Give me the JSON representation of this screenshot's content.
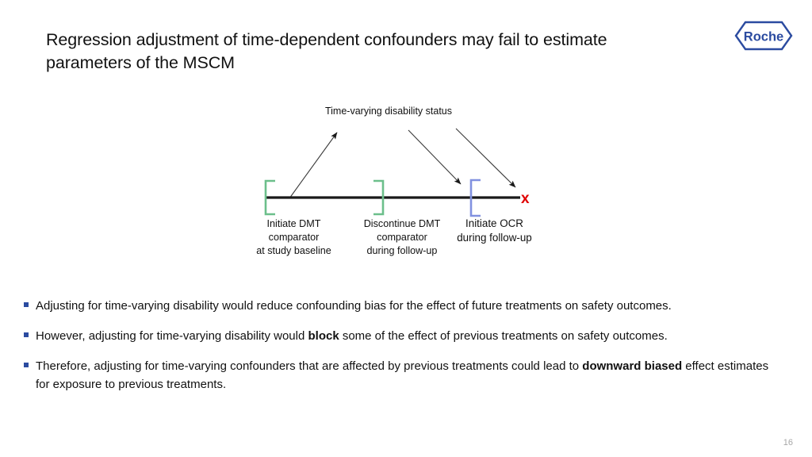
{
  "slide": {
    "title": "Regression adjustment of time-dependent confounders may fail to estimate parameters of the MSCM",
    "page_number": "16",
    "logo_text": "Roche",
    "logo_color": "#2b4ba0"
  },
  "diagram": {
    "top_label": "Time-varying disability status",
    "timeline_color": "#1a1a1a",
    "bracket_green": "#6cbf8b",
    "bracket_blue": "#8191e0",
    "x_mark_color": "#e00000",
    "x_mark": "x",
    "labels": [
      {
        "name": "initiate-dmt",
        "text": "Initiate DMT\ncomparator\nat study baseline"
      },
      {
        "name": "discontinue-dmt",
        "text": "Discontinue DMT\ncomparator\nduring follow-up"
      },
      {
        "name": "initiate-ocr",
        "text": "Initiate OCR\nduring follow-up"
      }
    ],
    "arrows": [
      {
        "name": "arrow-baseline-to-status",
        "direction": "up-right"
      },
      {
        "name": "arrow-status-to-ocr",
        "direction": "down-right"
      },
      {
        "name": "arrow-status-to-outcome",
        "direction": "down-right"
      }
    ]
  },
  "bullets": [
    {
      "marker": "square-bullet",
      "parts": [
        {
          "text": "Adjusting for time-varying disability would reduce confounding bias for the effect of future treatments on safety outcomes.",
          "bold": false
        }
      ]
    },
    {
      "marker": "square-bullet",
      "parts": [
        {
          "text": "However, adjusting for time-varying disability would ",
          "bold": false
        },
        {
          "text": "block",
          "bold": true
        },
        {
          "text": " some of the effect of previous treatments on safety outcomes.",
          "bold": false
        }
      ]
    },
    {
      "marker": "square-bullet",
      "parts": [
        {
          "text": "Therefore, adjusting for time-varying confounders that are affected by previous treatments could lead to ",
          "bold": false
        },
        {
          "text": "downward biased",
          "bold": true
        },
        {
          "text": " effect estimates for exposure to previous treatments.",
          "bold": false
        }
      ]
    }
  ]
}
